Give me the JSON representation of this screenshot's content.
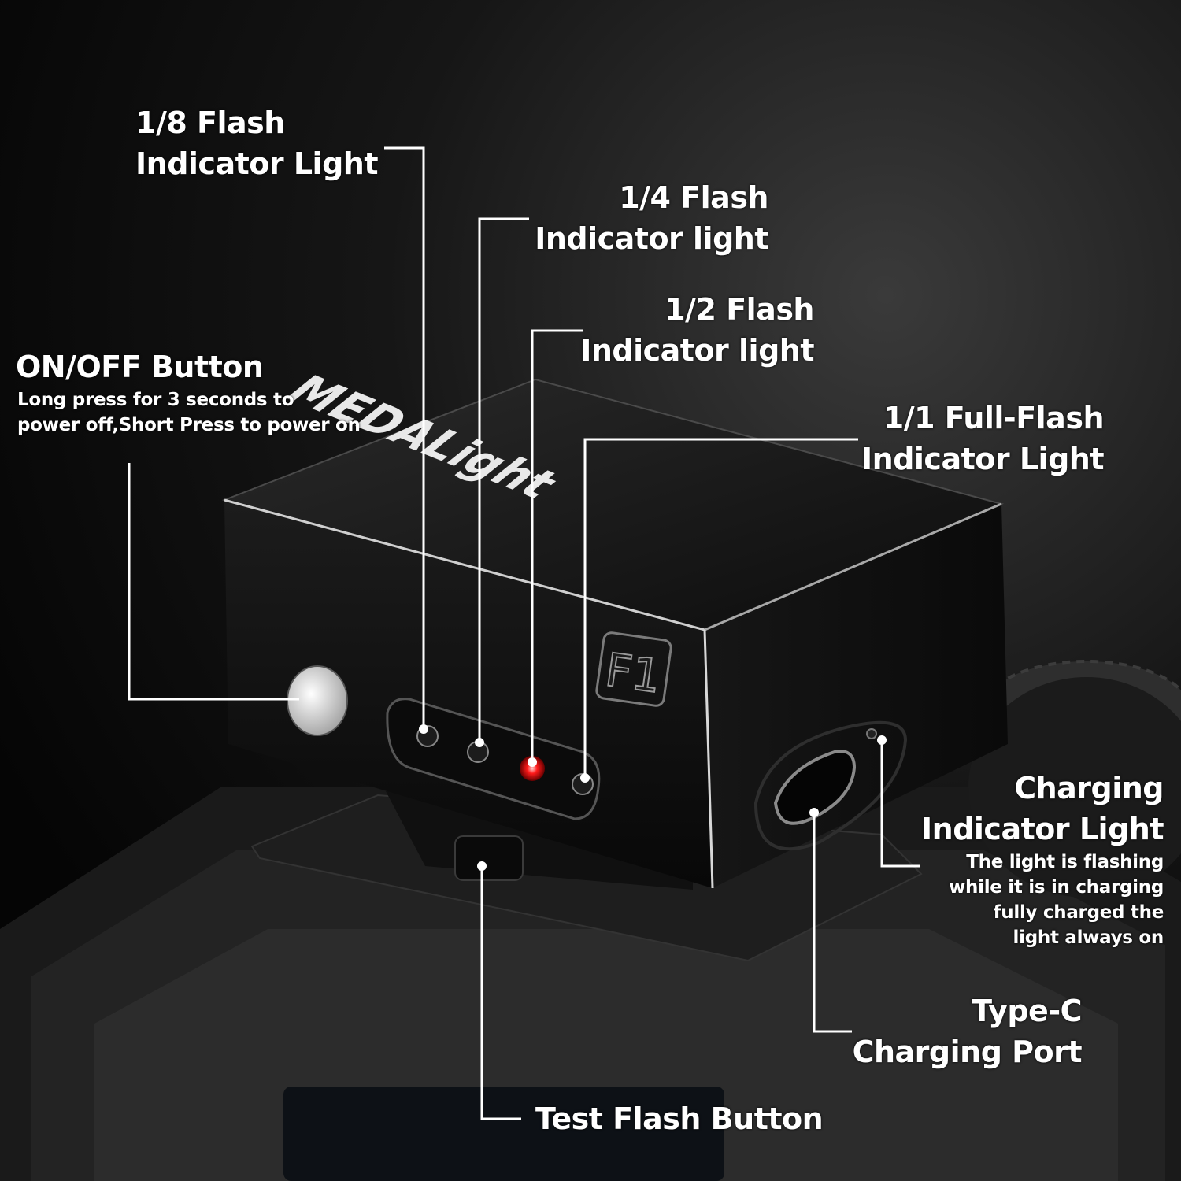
{
  "brand": {
    "logo_text": "MEDALight",
    "model_badge": "F1"
  },
  "callouts": {
    "eighth": {
      "line1": "1/8 Flash",
      "line2": "Indicator Light"
    },
    "quarter": {
      "line1": "1/4 Flash",
      "line2": "Indicator light"
    },
    "half": {
      "line1": "1/2 Flash",
      "line2": "Indicator light"
    },
    "full": {
      "line1": "1/1 Full-Flash",
      "line2": "Indicator Light"
    },
    "power": {
      "title": "ON/OFF Button",
      "desc1": "Long press for 3 seconds to",
      "desc2": "power off,Short Press to power on"
    },
    "charging": {
      "line1": "Charging",
      "line2": "Indicator Light",
      "desc1": "The light is flashing",
      "desc2": "while it is in charging",
      "desc3": "fully charged the",
      "desc4": "light always on"
    },
    "typec": {
      "line1": "Type-C",
      "line2": "Charging Port"
    },
    "test": {
      "label": "Test Flash Button"
    }
  },
  "colors": {
    "active_led": "#ff1a1a",
    "callout_line": "#ffffff",
    "device_body": "#141414"
  }
}
